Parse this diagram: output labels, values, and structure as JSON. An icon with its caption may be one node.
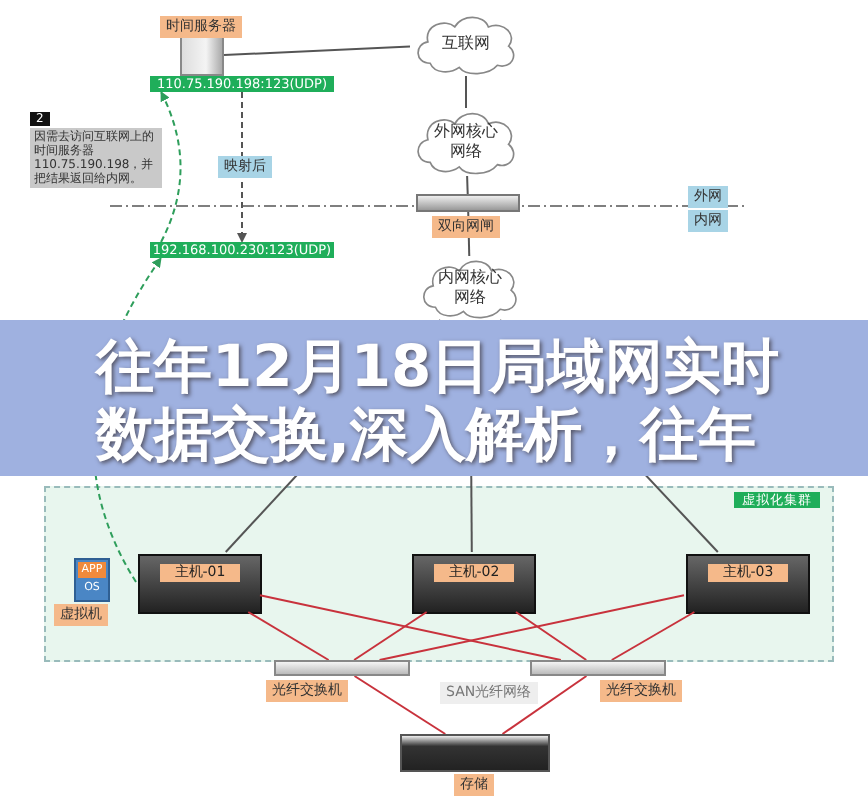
{
  "diagram": {
    "title": "往年12月18日局域网实时数据交换,深入解析，往年",
    "nodes": [
      {
        "text": [],
        "shape": "picture",
        "beside": [
          "时间服务器"
        ]
      },
      {
        "text": [
          "110.75.190.198:123(UDP)"
        ]
      },
      {
        "text": [
          "互联网"
        ]
      },
      {
        "text": [
          "外网核心网络"
        ]
      },
      {
        "text": [
          "2",
          "因需去访问互联网上的时间服务器110.75.190.198，并把结果返回给内网。"
        ]
      },
      {
        "text": [],
        "shape": "picture",
        "beside": [
          "双向网闸"
        ]
      },
      {
        "text": [
          "192.168.100.230:123(UDP)"
        ]
      },
      {
        "text": [
          "内网核心网络"
        ]
      },
      {
        "text": [
          "虚拟化集群"
        ]
      },
      {
        "text": [
          "APP",
          "OS"
        ],
        "in": 8,
        "beside": [
          "虚拟机"
        ]
      },
      {
        "text": [
          "主机-01"
        ],
        "in": 8
      },
      {
        "text": [
          "主机-02"
        ],
        "in": 8
      },
      {
        "text": [
          "主机-03"
        ],
        "in": 8
      },
      {
        "text": [],
        "shape": "picture",
        "beside": [
          "光纤交换机"
        ]
      },
      {
        "text": [],
        "shape": "picture",
        "beside": [
          "光纤交换机"
        ]
      },
      {
        "text": [],
        "shape": "picture",
        "beside": [
          "存储"
        ]
      }
    ],
    "edges": [
      {
        "from": 0,
        "to": 2,
        "arrow": "none"
      },
      {
        "from": 2,
        "to": 3,
        "arrow": "none"
      },
      {
        "from": 3,
        "to": 5,
        "arrow": "none"
      },
      {
        "from": 5,
        "to": 7,
        "arrow": "none"
      },
      {
        "from": 1,
        "to": 6,
        "arrow": "to",
        "style": "dashed",
        "label": "映射后"
      },
      {
        "from": 10,
        "to": 6,
        "arrow": "to",
        "style": "dashed",
        "color": "#2e9e5b"
      },
      {
        "from": 6,
        "to": 1,
        "arrow": "to",
        "style": "dashed",
        "color": "#2e9e5b"
      },
      {
        "from": 7,
        "to": 10,
        "arrow": "none"
      },
      {
        "from": 7,
        "to": 11,
        "arrow": "none"
      },
      {
        "from": 7,
        "to": 12,
        "arrow": "none"
      },
      {
        "from": 10,
        "to": 13,
        "arrow": "none",
        "color": "#c8323c"
      },
      {
        "from": 10,
        "to": 14,
        "arrow": "none",
        "color": "#c8323c"
      },
      {
        "from": 11,
        "to": 13,
        "arrow": "none",
        "color": "#c8323c"
      },
      {
        "from": 11,
        "to": 14,
        "arrow": "none",
        "color": "#c8323c"
      },
      {
        "from": 12,
        "to": 13,
        "arrow": "none",
        "color": "#c8323c"
      },
      {
        "from": 12,
        "to": 14,
        "arrow": "none",
        "color": "#c8323c"
      },
      {
        "from": 13,
        "to": 15,
        "arrow": "none",
        "color": "#c8323c"
      },
      {
        "from": 14,
        "to": 15,
        "arrow": "none",
        "color": "#c8323c"
      }
    ],
    "labels": [
      "外网",
      "内网",
      "SAN光纤网络"
    ]
  }
}
